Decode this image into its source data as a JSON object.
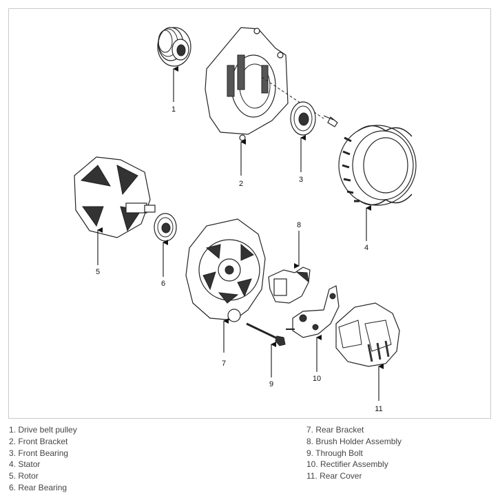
{
  "callouts": [
    "1",
    "2",
    "3",
    "4",
    "5",
    "6",
    "7",
    "8",
    "9",
    "10",
    "11"
  ],
  "legend_left": [
    "1. Drive belt pulley",
    "2. Front Bracket",
    "3. Front Bearing",
    "4. Stator",
    "5. Rotor",
    "6. Rear Bearing"
  ],
  "legend_right": [
    "7. Rear Bracket",
    "8. Brush Holder Assembly",
    "9. Through Bolt",
    "10. Rectifier Assembly",
    "11. Rear Cover"
  ]
}
